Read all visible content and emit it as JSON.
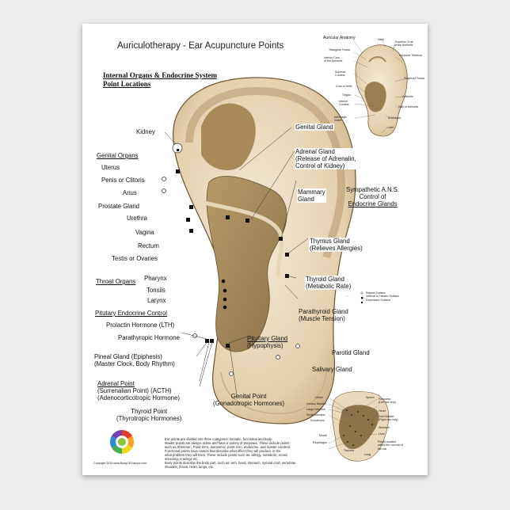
{
  "poster": {
    "title": "Auriculotherapy - Ear Acupuncture Points",
    "subtitle_line1": "Internal Organs & Endocrine System",
    "subtitle_line2": "Point Locations",
    "copyright": "Copyright 2015 www.BodyOfChamrin.com"
  },
  "left_labels": {
    "kidney": "Kidney",
    "genital_organs": "Genital Organs",
    "uterus": "Uterus",
    "penis_clitoris": "Penis or Clitoris",
    "anus": "Anus",
    "prostate": "Prostate Gland",
    "urethra": "Urethra",
    "vagina": "Vagina",
    "rectum": "Rectum",
    "testis": "Testis or Ovaries",
    "throat_organs": "Throat Organs",
    "pharynx": "Pharynx",
    "tonsils": "Tonsils",
    "larynx": "Larynx",
    "pituitary_control": "Pitutary Endocrine Control",
    "prolactin": "Prolactin Hormone (LTH)",
    "parathyropic": "Parathyropic Hormone",
    "pineal_1": "Pineal Gland (Epiphesis)",
    "pineal_2": "(Master Clock, Body Rhythm)",
    "adrenal_point": "Adrenal Point",
    "adrenal_point_2": "(Surrenalian Point) (ACTH)",
    "adrenal_point_3": "(Adenocorticotropic Hormone)",
    "thyroid_point": "Thyroid Point",
    "thyroid_point_2": "(Thyrotropic Hormones)"
  },
  "right_labels": {
    "genital_gland": "Genital Gland",
    "adrenal_gland_1": "Adrenal Gland",
    "adrenal_gland_2": "(Release of Adrenalin,",
    "adrenal_gland_3": "Control of Kidney)",
    "mammary_1": "Mammary",
    "mammary_2": "Gland",
    "sympathetic_1": "Sympathetic A.N.S.",
    "sympathetic_2": "Control of",
    "sympathetic_3": "Endocrine Glands",
    "thymus_1": "Thymus Gland",
    "thymus_2": "(Relieves Allergies)",
    "thyroid_1": "Thyroid Gland",
    "thyroid_2": "(Metabolic Rate)",
    "parathyroid_1": "Parathyroid Gland",
    "parathyroid_2": "(Muscle Tension)",
    "pituitary_1": "Pituitary Gland",
    "pituitary_2": "(Hypophysis)",
    "parotid": "Parotid Gland",
    "salivary": "Salivary Gland",
    "genital_point_1": "Genital Point",
    "genital_point_2": "(Gonadotropic Hormones)"
  },
  "legend": {
    "raised": "Raised Surface",
    "vertical": "Vertical or Hidden Surface",
    "depressed": "Depressed Surface"
  },
  "anatomy_inset": {
    "title": "Auricular Anatomy",
    "helix": "Helix",
    "superior_crus": "Superior Crus",
    "of_antihelix_1": "of the Antihelix",
    "triangular_fossa": "Triangular Fossa",
    "auricular_tubercle": "Auricular Tubercle",
    "inferior_crus": "Inferior Crus",
    "of_antihelix_2": "of the Antihelix",
    "superior_concha": "Superior Concha",
    "scaphoid_fossa": "Scaphoid Fossa",
    "crus_of_helix": "Crus of Helix",
    "antihelix": "Antihelix",
    "tragus": "Tragus",
    "inferior_concha": "Inferior Concha",
    "wall_of_antihelix": "Wall of Antihelix",
    "intertragic_notch": "Intertragic Notch",
    "antitragus": "Antitragus",
    "lobe": "Lobe"
  },
  "organs_inset": {
    "ureter": "Ureter",
    "urinary_bladder": "Urinary Bladder",
    "large_intestine": "Large Intestine",
    "small_intestine": "Small Intestine",
    "duodenum": "Duodenum",
    "mouth": "Mouth",
    "esophagus": "Esophagus",
    "trachea": "Trachea",
    "lung": "Lung",
    "spleen": "Spleen",
    "pancreas": "Pancreas",
    "left_ear_only": "(Left ear only)",
    "heart": "Heart",
    "gall_bladder": "Gall Bladder",
    "right_ear_only": "(Right ear only)",
    "stomach": "Stomach",
    "liver": "Liver",
    "points_located_1": "Points located",
    "points_located_2": "within the concha of",
    "points_located_3": "the ear"
  },
  "notes": {
    "line1": "Ear points are divided into three categories: somatic, functional and body.",
    "line2": "Master points are always active and have a variety of purposes. These include points",
    "line3": "such as Shenmen, Point Zero, autonomic, point zero, endocrine, and master cerebral.",
    "line4": "Functional points have names that describe what effect they will produce or the",
    "line5": "what problem they will treat. These include points such as: allergy, metabolic, mood,",
    "line6": "sneezing, cravings etc.",
    "line7": "Body points describe the body part, such as: arm, hand, stomach, symnal cord, vertebrae,",
    "line8": "shoulder, throat, heart, lungs, etc."
  }
}
